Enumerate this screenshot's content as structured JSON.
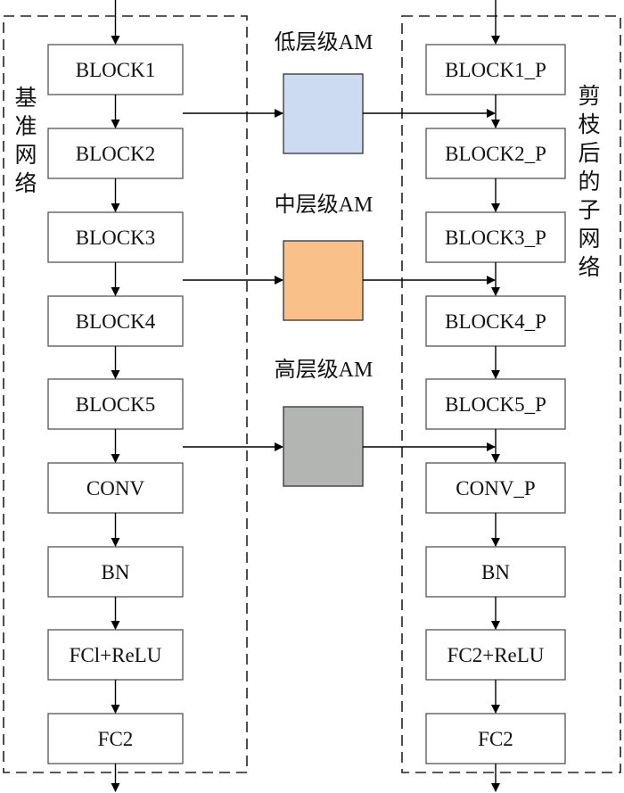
{
  "left_network": {
    "label": "基准网络",
    "blocks": [
      "BLOCK1",
      "BLOCK2",
      "BLOCK3",
      "BLOCK4",
      "BLOCK5",
      "CONV",
      "BN",
      "FCl+ReLU",
      "FC2"
    ]
  },
  "right_network": {
    "label": "剪枝后的子网络",
    "blocks": [
      "BLOCK1_P",
      "BLOCK2_P",
      "BLOCK3_P",
      "BLOCK4_P",
      "BLOCK5_P",
      "CONV_P",
      "BN",
      "FC2+ReLU",
      "FC2"
    ]
  },
  "attention_modules": [
    {
      "title": "低层级AM",
      "color": "#ccdbf2"
    },
    {
      "title": "中层级AM",
      "color": "#f9c08a"
    },
    {
      "title": "高层级AM",
      "color": "#b3b5b3"
    }
  ]
}
